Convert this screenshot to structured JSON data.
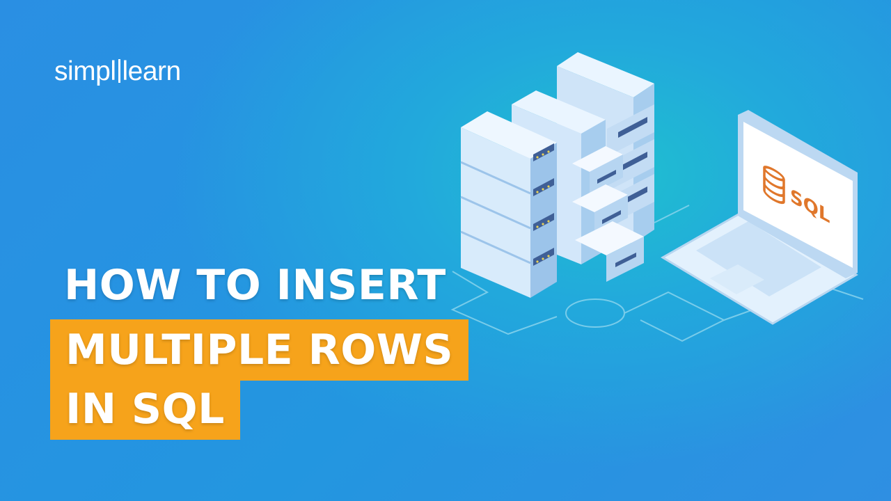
{
  "logo": {
    "part1": "simpl",
    "part2": "learn",
    "mark": "i"
  },
  "headline": {
    "line1": "HOW TO INSERT",
    "line2": "MULTIPLE ROWS",
    "line3": "IN SQL"
  },
  "screen": {
    "label": "SQL",
    "icon": "database-icon"
  },
  "colors": {
    "background": "#2396e0",
    "highlight": "#f6a31b",
    "sql_orange": "#e0772b",
    "server_face": "#d8ebfb"
  }
}
